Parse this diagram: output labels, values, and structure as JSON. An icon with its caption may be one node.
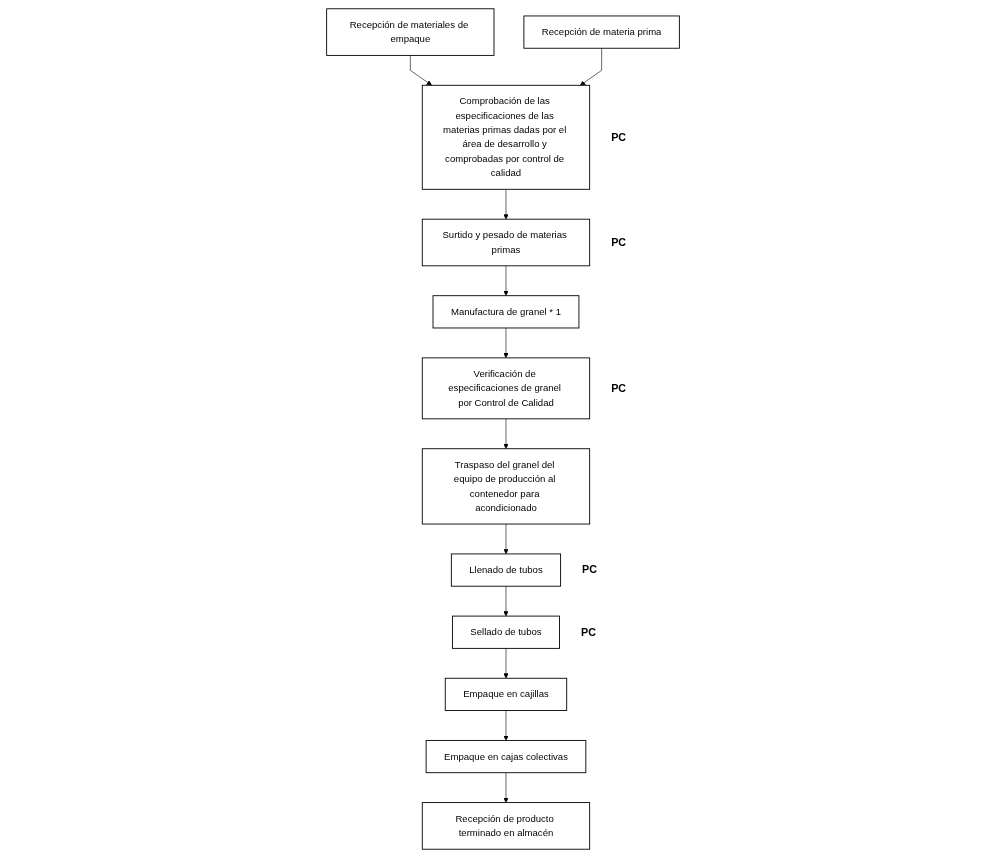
{
  "diagram": {
    "nodes": [
      {
        "text": [
          "Recepción de materiales de empaque"
        ]
      },
      {
        "text": [
          "Recepción de materia prima"
        ]
      },
      {
        "text": [
          "Comprobación de las especificaciones de las materias primas dadas por el área de desarrollo y comprobadas por control de calidad"
        ],
        "beside": [
          "PC"
        ]
      },
      {
        "text": [
          "Surtido y pesado de materias primas"
        ],
        "beside": [
          "PC"
        ]
      },
      {
        "text": [
          "Manufactura de granel * 1"
        ]
      },
      {
        "text": [
          "Verificación de especificaciones de granel por Control de Calidad"
        ],
        "beside": [
          "PC"
        ]
      },
      {
        "text": [
          "Traspaso del granel del equipo de producción al contenedor para acondicionado"
        ]
      },
      {
        "text": [
          "Llenado de tubos"
        ],
        "beside": [
          "PC"
        ]
      },
      {
        "text": [
          "Sellado de tubos"
        ],
        "beside": [
          "PC"
        ]
      },
      {
        "text": [
          "Empaque en cajillas"
        ]
      },
      {
        "text": [
          "Empaque en cajas colectivas"
        ]
      },
      {
        "text": [
          "Recepción de producto terminado en almacén"
        ]
      }
    ],
    "edges": [
      {
        "from": 0,
        "to": 2,
        "arrow": "to"
      },
      {
        "from": 1,
        "to": 2,
        "arrow": "to"
      },
      {
        "from": 2,
        "to": 3,
        "arrow": "to"
      },
      {
        "from": 3,
        "to": 4,
        "arrow": "to"
      },
      {
        "from": 4,
        "to": 5,
        "arrow": "to"
      },
      {
        "from": 5,
        "to": 6,
        "arrow": "to"
      },
      {
        "from": 6,
        "to": 7,
        "arrow": "to"
      },
      {
        "from": 7,
        "to": 8,
        "arrow": "to"
      },
      {
        "from": 8,
        "to": 9,
        "arrow": "to"
      },
      {
        "from": 9,
        "to": 10,
        "arrow": "to"
      },
      {
        "from": 10,
        "to": 11,
        "arrow": "to"
      }
    ]
  }
}
